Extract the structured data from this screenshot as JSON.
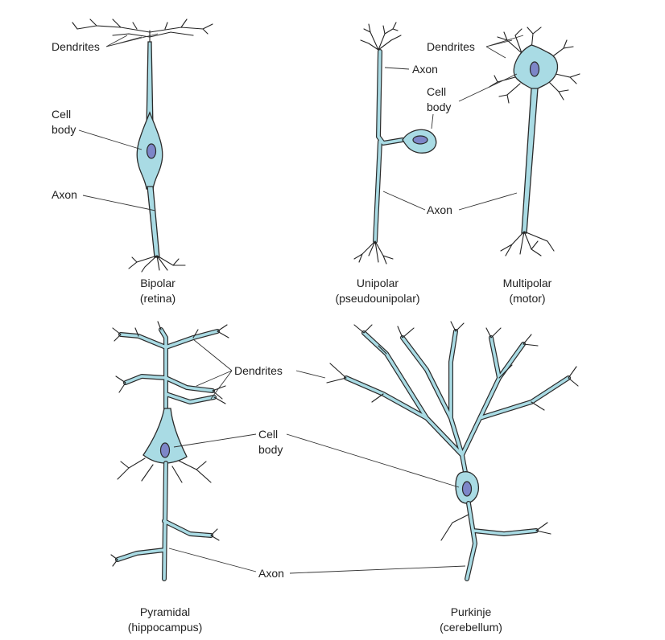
{
  "labels": {
    "bipolar_dendrites": "Dendrites",
    "bipolar_cell_body_1": "Cell",
    "bipolar_cell_body_2": "body",
    "bipolar_axon": "Axon",
    "unipolar_axon_top": "Axon",
    "multipolar_dendrites": "Dendrites",
    "multipolar_cell_body_1": "Cell",
    "multipolar_cell_body_2": "body",
    "shared_axon": "Axon",
    "pyramidal_dendrites": "Dendrites",
    "pyramidal_cell_body_1": "Cell",
    "pyramidal_cell_body_2": "body",
    "lower_axon": "Axon"
  },
  "captions": {
    "bipolar": [
      "Bipolar",
      "(retina)"
    ],
    "unipolar": [
      "Unipolar",
      "(pseudounipolar)"
    ],
    "multipolar": [
      "Multipolar",
      "(motor)"
    ],
    "pyramidal": [
      "Pyramidal",
      "(hippocampus)"
    ],
    "purkinje": [
      "Purkinje",
      "(cerebellum)"
    ]
  },
  "colors": {
    "cytoplasm": "#a9dbe4",
    "nucleus": "#7d86c8",
    "outline": "#2a2a2a"
  }
}
